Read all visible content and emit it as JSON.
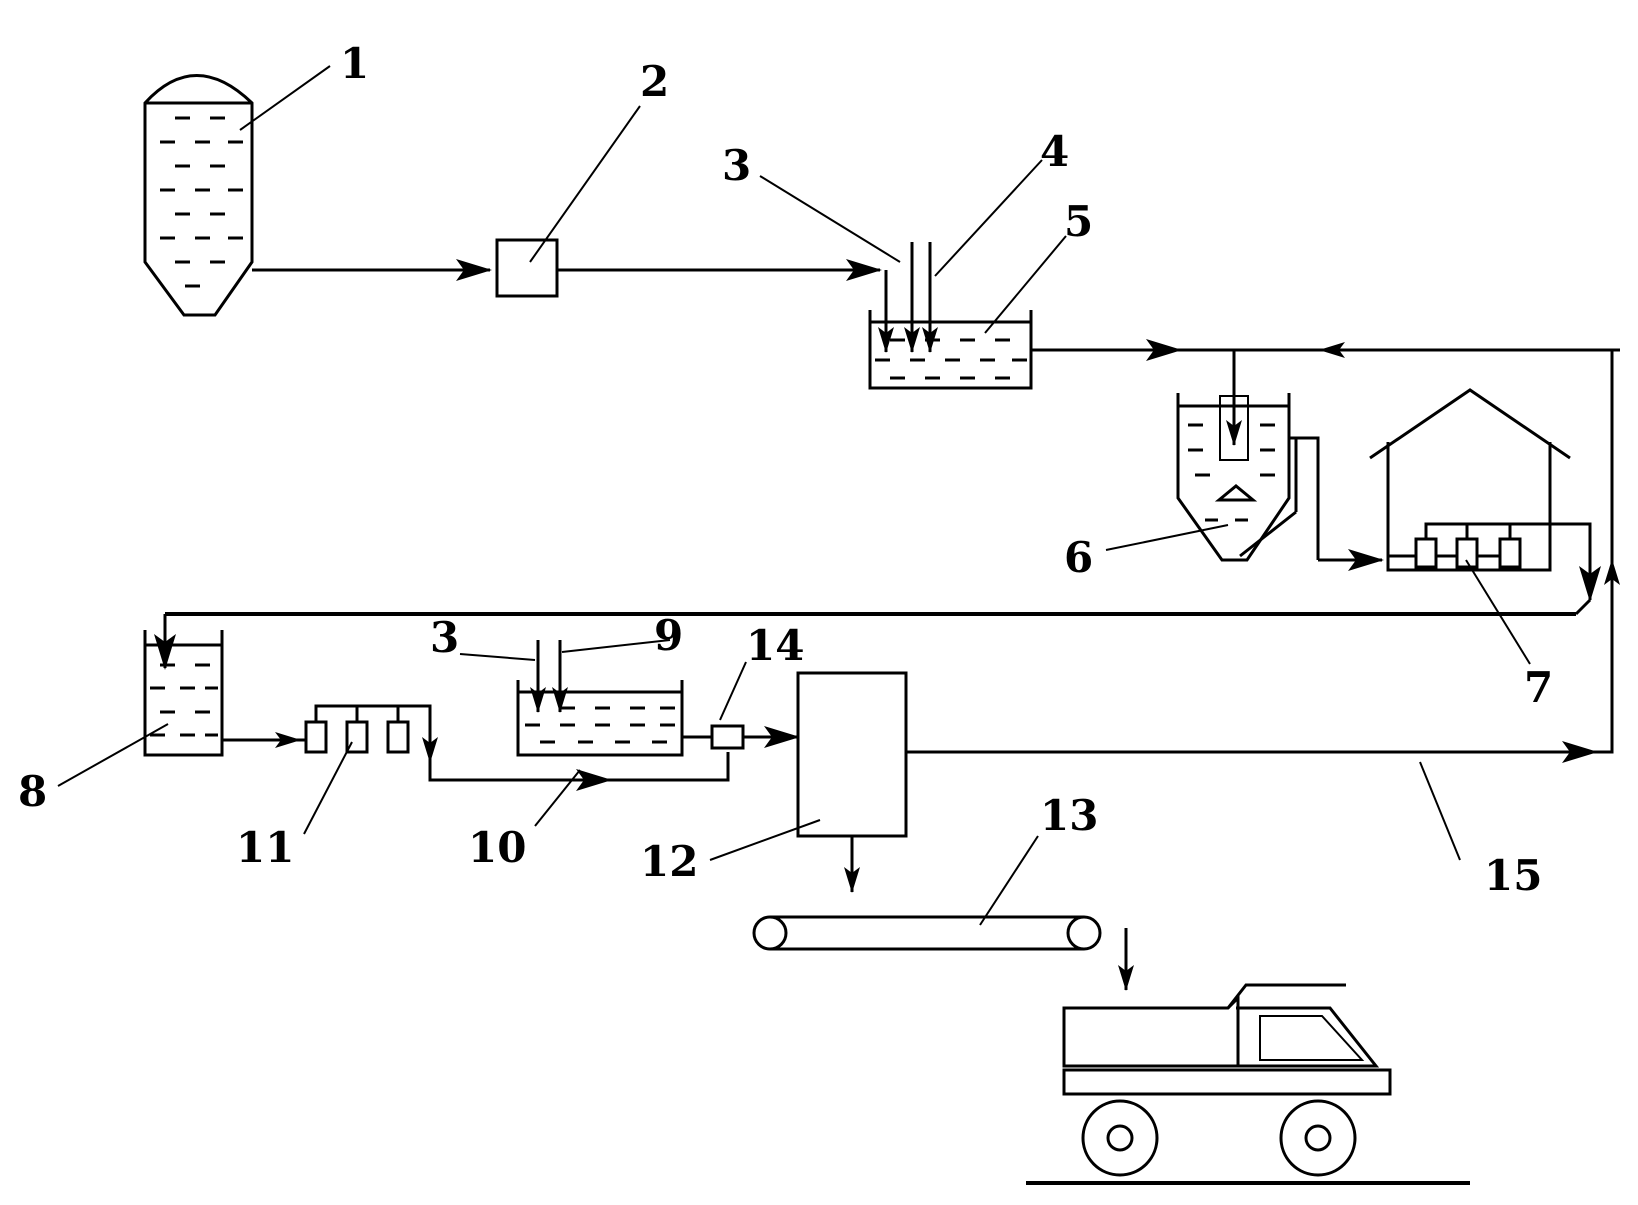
{
  "labels": {
    "l1": "1",
    "l2": "2",
    "l3a": "3",
    "l4": "4",
    "l5": "5",
    "l6": "6",
    "l7": "7",
    "l8": "8",
    "l3b": "3",
    "l9": "9",
    "l10": "10",
    "l11": "11",
    "l12": "12",
    "l13": "13",
    "l14": "14",
    "l15": "15"
  }
}
